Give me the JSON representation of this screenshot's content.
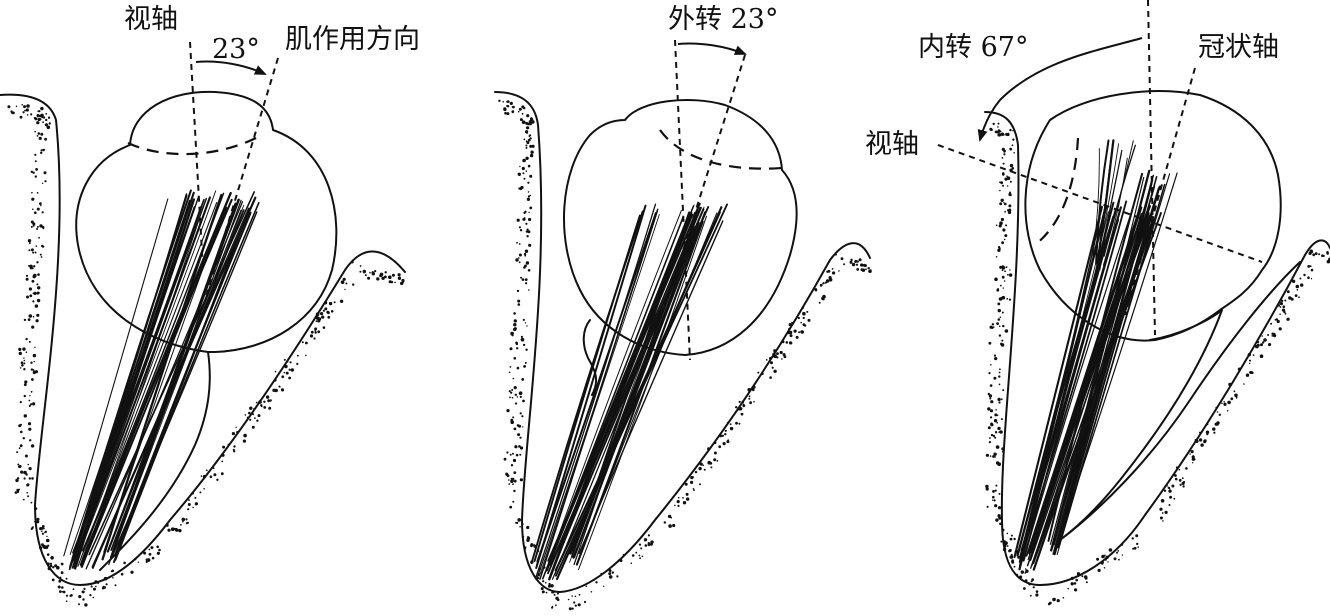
{
  "panels": [
    {
      "id": "primary-position",
      "labels": {
        "visual_axis": "视轴",
        "angle": "23°",
        "muscle_direction": "肌作用方向"
      }
    },
    {
      "id": "abduction",
      "labels": {
        "abduction": "外转 23°"
      }
    },
    {
      "id": "adduction",
      "labels": {
        "adduction": "内转 67°",
        "coronal_axis": "冠状轴",
        "visual_axis": "视轴"
      }
    }
  ],
  "colors": {
    "ink": "#111111",
    "background": "#ffffff"
  }
}
